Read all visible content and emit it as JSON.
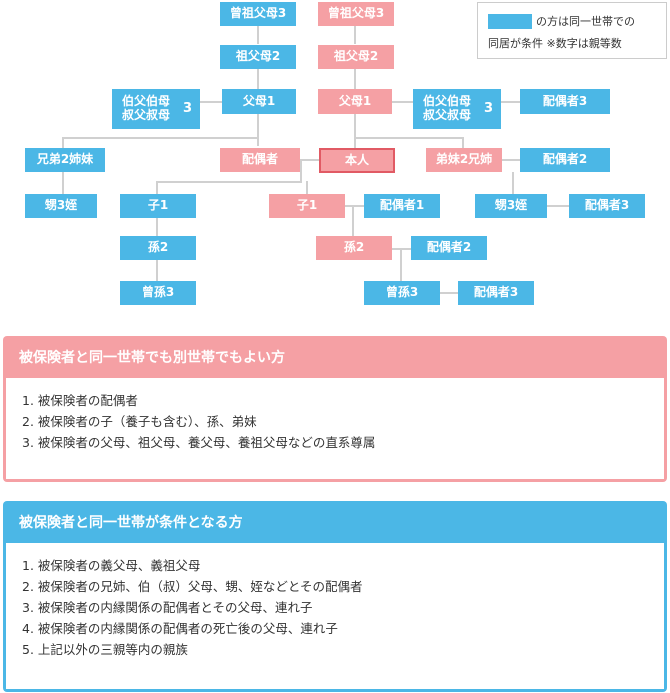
{
  "legend": {
    "line1": "の方は同一世帯での",
    "line2": "同居が条件 ※数字は親等数",
    "swatch_color": "#4bb7e6"
  },
  "colors": {
    "blue": "#4bb7e6",
    "pink": "#f5a0a4",
    "self_border": "#e15a64",
    "line": "#d0d0d0"
  },
  "tree": {
    "nodes": {
      "hiso_fubo_blue": "曾祖父母3",
      "hiso_fubo_pink": "曾祖父母3",
      "sofubo_blue": "祖父母2",
      "sofubo_pink": "祖父母2",
      "oji_oba_left": "伯父伯母\n叔父叔母",
      "oji_oba_left_degree": "3",
      "fubo_blue": "父母1",
      "fubo_pink": "父母1",
      "oji_oba_right": "伯父伯母\n叔父叔母",
      "oji_oba_right_degree": "3",
      "haigusha_3_top": "配偶者3",
      "kyodai_shimai_left": "兄弟2姉妹",
      "haigusha_pink": "配偶者",
      "honnin": "本人",
      "kyodai_shimai_right": "弟妹2兄姉",
      "haigusha_2_right": "配偶者2",
      "oi_mei_left": "甥3姪",
      "ko_blue": "子1",
      "ko_pink": "子1",
      "haigusha_1": "配偶者1",
      "oi_mei_right": "甥3姪",
      "haigusha_3_right": "配偶者3",
      "mago_blue": "孫2",
      "mago_pink": "孫2",
      "haigusha_2_mid": "配偶者2",
      "himago_left": "曾孫3",
      "himago_right": "曾孫3",
      "haigusha_3_bottom": "配偶者3"
    }
  },
  "panels": {
    "separate_ok": {
      "title": "被保険者と同一世帯でも別世帯でもよい方",
      "items": [
        "1. 被保険者の配偶者",
        "2. 被保険者の子（養子も含む）、孫、弟妹",
        "3. 被保険者の父母、祖父母、養父母、養祖父母などの直系尊属"
      ]
    },
    "same_required": {
      "title": "被保険者と同一世帯が条件となる方",
      "items": [
        "1. 被保険者の義父母、義祖父母",
        "2. 被保険者の兄姉、伯（叔）父母、甥、姪などとその配偶者",
        "3. 被保険者の内縁関係の配偶者とその父母、連れ子",
        "4. 被保険者の内縁関係の配偶者の死亡後の父母、連れ子",
        "5. 上記以外の三親等内の親族"
      ]
    }
  }
}
